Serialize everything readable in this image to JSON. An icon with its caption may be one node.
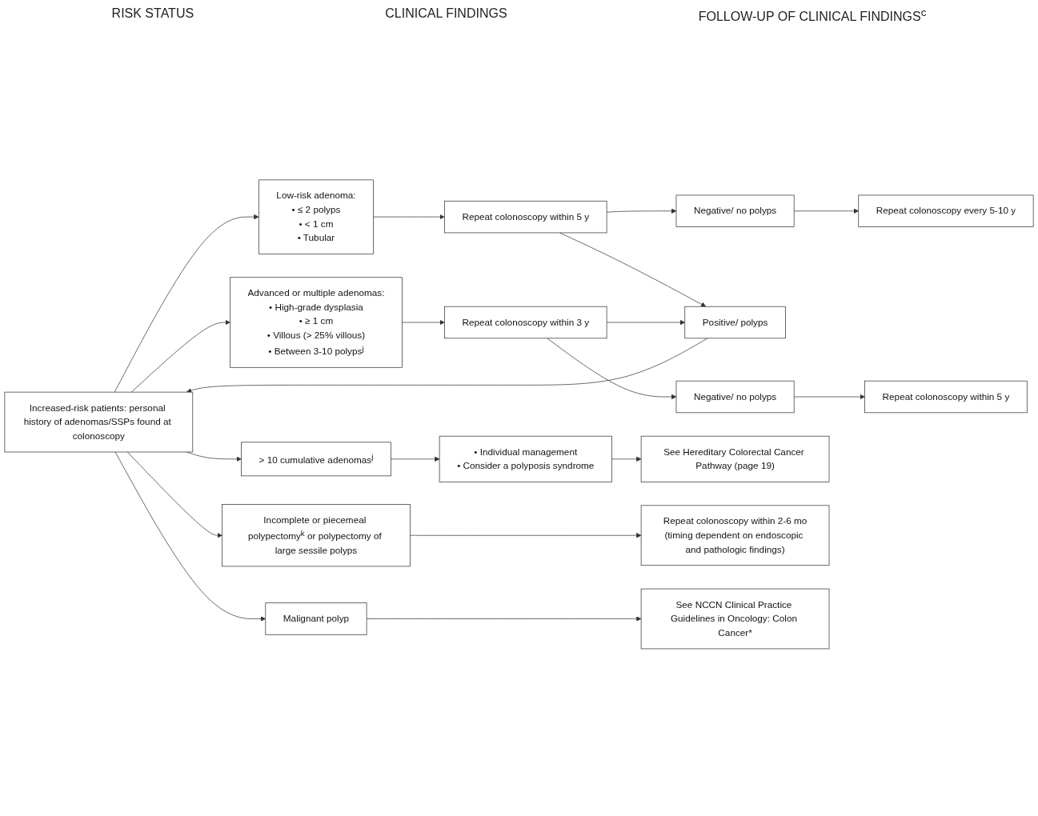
{
  "diagram": {
    "nodes": [
      {
        "text": [
          "Increased-risk patients: personal history of adenomas/SSPs found at colonoscopy"
        ]
      },
      {
        "text": [
          "Low-risk adenoma:",
          "• ≤ 2 polyps",
          "• < 1 cm",
          "• Tubular"
        ]
      },
      {
        "text": [
          "Advanced or multiple adenomas:",
          "• High-grade dysplasia",
          "• ≥ 1 cm",
          "• Villous (> 25% villous)",
          "• Between 3-10 polyps$^{j}$"
        ]
      },
      {
        "text": [
          "> 10 cumulative adenomas$^{j}$"
        ]
      },
      {
        "text": [
          "Incomplete or piecemeal polypectomy$^{k}$ or polypectomy of large sessile polyps"
        ]
      },
      {
        "text": [
          "Malignant polyp"
        ]
      },
      {
        "text": [
          "Repeat colonoscopy within 5 y"
        ]
      },
      {
        "text": [
          "Repeat colonoscopy within 3 y"
        ]
      },
      {
        "text": [
          "Negative/ no polyps"
        ]
      },
      {
        "text": [
          "Positive/ polyps"
        ]
      },
      {
        "text": [
          "Negative/ no polyps"
        ]
      },
      {
        "text": [
          "Repeat colonoscopy every 5-10 y"
        ]
      },
      {
        "text": [
          "Repeat colonoscopy within 5 y"
        ]
      },
      {
        "text": [
          "• Individual management",
          "• Consider a polyposis syndrome"
        ]
      },
      {
        "text": [
          "See Hereditary Colorectal Cancer Pathway (page 19)"
        ]
      },
      {
        "text": [
          "Repeat colonoscopy within 2-6 mo",
          "(timing dependent on endoscopic and pathologic findings)"
        ]
      },
      {
        "text": [
          "See NCCN Clinical Practice Guidelines in Oncology: Colon Cancer*"
        ]
      }
    ],
    "edges": [
      {
        "from": 0,
        "to": 1,
        "arrow": "to"
      },
      {
        "from": 0,
        "to": 2,
        "arrow": "to"
      },
      {
        "from": 0,
        "to": 3,
        "arrow": "to"
      },
      {
        "from": 0,
        "to": 4,
        "arrow": "to"
      },
      {
        "from": 0,
        "to": 5,
        "arrow": "to"
      },
      {
        "from": 1,
        "to": 6,
        "arrow": "to"
      },
      {
        "from": 6,
        "to": 8,
        "arrow": "to"
      },
      {
        "from": 6,
        "to": 9,
        "arrow": "to"
      },
      {
        "from": 2,
        "to": 7,
        "arrow": "to"
      },
      {
        "from": 7,
        "to": 9,
        "arrow": "to"
      },
      {
        "from": 7,
        "to": 10,
        "arrow": "to"
      },
      {
        "from": 8,
        "to": 11,
        "arrow": "to"
      },
      {
        "from": 10,
        "to": 12,
        "arrow": "to"
      },
      {
        "from": 9,
        "to": 0,
        "arrow": "to"
      },
      {
        "from": 3,
        "to": 13,
        "arrow": "to"
      },
      {
        "from": 13,
        "to": 14,
        "arrow": "to"
      },
      {
        "from": 4,
        "to": 15,
        "arrow": "to"
      },
      {
        "from": 5,
        "to": 16,
        "arrow": "to"
      }
    ],
    "labels": [
      "RISK STATUS",
      "CLINICAL FINDINGS",
      "FOLLOW-UP OF CLINICAL FINDINGS$^{c}$"
    ]
  }
}
